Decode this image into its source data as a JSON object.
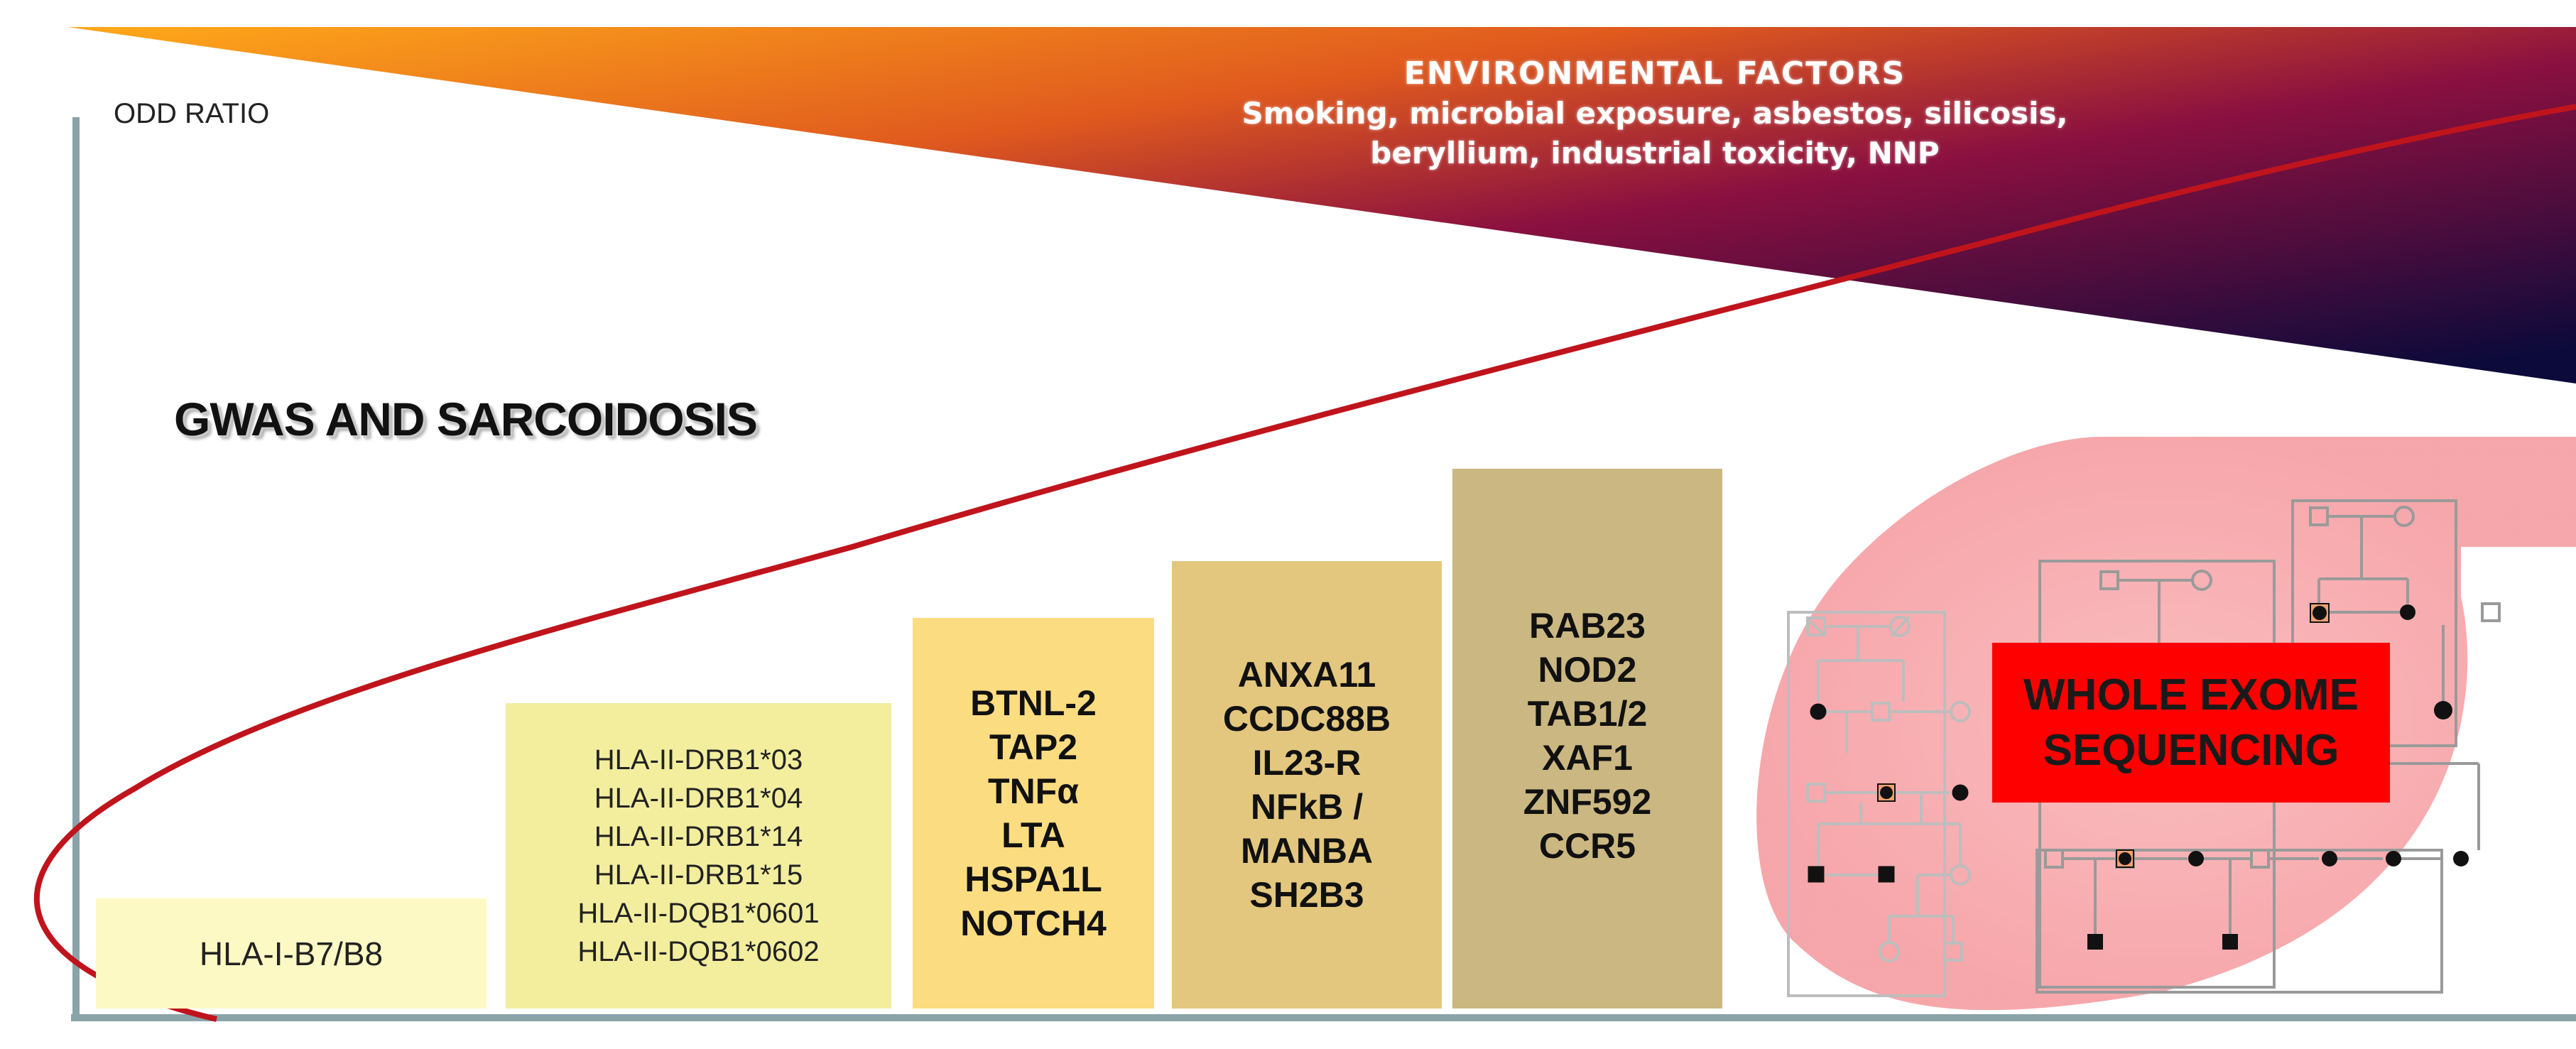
{
  "axis": {
    "y_label": "ODD RATIO"
  },
  "title": "GWAS AND SARCOIDOSIS",
  "environmental": {
    "title": "ENVIRONMENTAL FACTORS",
    "line1": "Smoking, microbial exposure, asbestos, silicosis,",
    "line2": "beryllium, industrial toxicity, NNP"
  },
  "boxes": [
    {
      "genes": [
        "HLA-I-B7/B8"
      ],
      "color": "#fdf9c4"
    },
    {
      "genes": [
        "HLA-II-DRB1*03",
        "HLA-II-DRB1*04",
        "HLA-II-DRB1*14",
        "HLA-II-DRB1*15",
        "HLA-II-DQB1*0601",
        "HLA-II-DQB1*0602"
      ],
      "color": "#f2ee9e"
    },
    {
      "genes": [
        "BTNL-2",
        "TAP2",
        "TNFα",
        "LTA",
        "HSPA1L",
        "NOTCH4"
      ],
      "color": "#fcdc80"
    },
    {
      "genes": [
        "ANXA11",
        "CCDC88B",
        "IL23-R",
        "NFkB /",
        "MANBA",
        "SH2B3"
      ],
      "color": "#e3c77e"
    },
    {
      "genes": [
        "RAB23",
        "NOD2",
        "TAB1/2",
        "XAF1",
        "ZNF592",
        "CCR5"
      ],
      "color": "#cbb781"
    }
  ],
  "wes": {
    "line1": "WHOLE EXOME",
    "line2": "SEQUENCING",
    "color": "#ff0000"
  },
  "colors": {
    "gradient_start": "#ffa91a",
    "gradient_mid": "#8a1040",
    "gradient_end": "#0c0a3a",
    "curve": "#c0141c",
    "axis": "#8aa3a8",
    "highlight": "#f7a5a8"
  }
}
